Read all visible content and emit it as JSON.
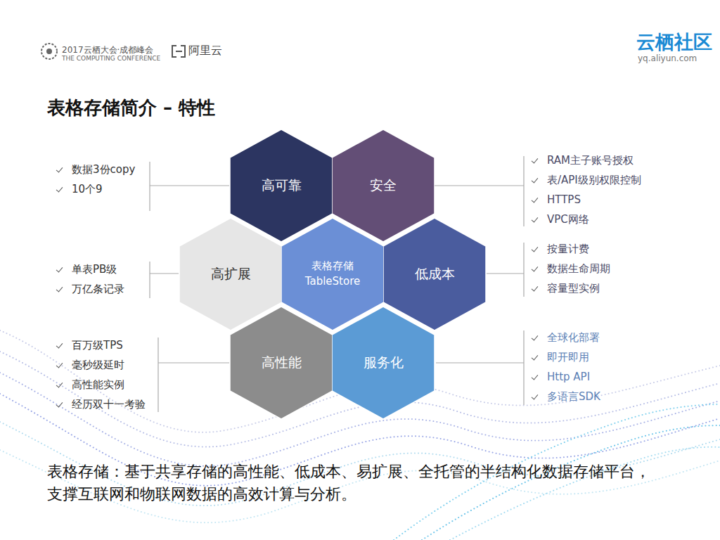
{
  "diagram": {
    "title": "表格存储简介 – 特性",
    "caption": "表格存储：基于共享存储的高性能、低成本、易扩展、全托管的半结构化数据存储平台，支撑互联网和物联网数据的高效计算与分析。",
    "nodes": [
      {
        "text": [
          "高可靠"
        ]
      },
      {
        "text": [
          "安全"
        ]
      },
      {
        "text": [
          "高扩展"
        ]
      },
      {
        "text": [
          "表格存储 TableStore"
        ]
      },
      {
        "text": [
          "低成本"
        ]
      },
      {
        "text": [
          "高性能"
        ]
      },
      {
        "text": [
          "服务化"
        ]
      }
    ],
    "labels": [
      "2017云栖大会·成都峰会",
      "THE COMPUTING CONFERENCE",
      "阿里云",
      "云栖社区",
      "yq.aliyun.com",
      "数据3份copy",
      "10个9",
      "RAM主子账号授权",
      "表/API级别权限控制",
      "HTTPS",
      "VPC网络",
      "单表PB级",
      "万亿条记录",
      "按量计费",
      "数据生命周期",
      "容量型实例",
      "百万级TPS",
      "毫秒级延时",
      "高性能实例",
      "经历双十一考验",
      "全球化部署",
      "即开即用",
      "Http API",
      "多语言SDK"
    ]
  }
}
